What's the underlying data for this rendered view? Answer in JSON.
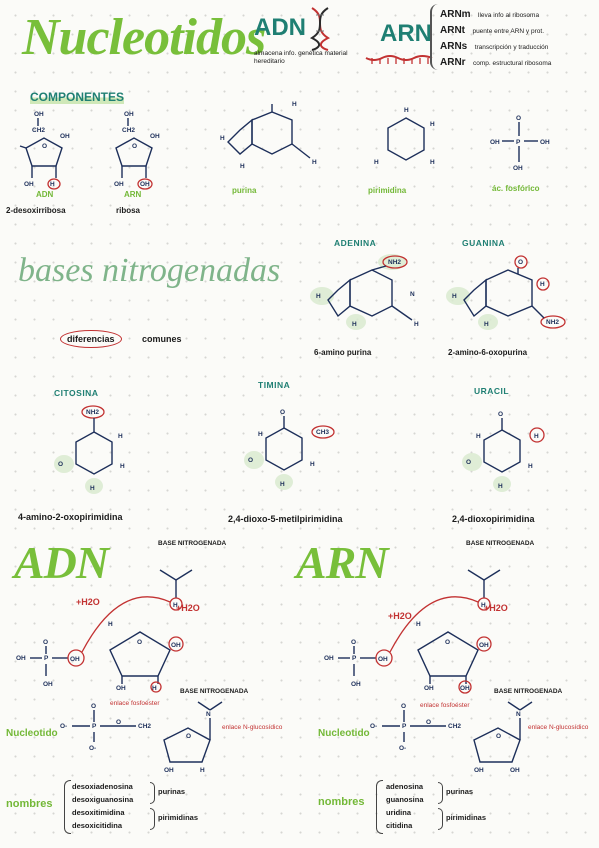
{
  "header": {
    "title": "Nucleotidos",
    "adn_label": "ADN",
    "adn_desc": "almacena info. genética material hereditario",
    "arn_label": "ARN",
    "arn_types": [
      {
        "name": "ARNm",
        "desc": "lleva info al ribosoma"
      },
      {
        "name": "ARNt",
        "desc": "puente entre ARN y prot."
      },
      {
        "name": "ARNs",
        "desc": "transcripción y traducción"
      },
      {
        "name": "ARNr",
        "desc": "comp. estructural ribosoma"
      }
    ]
  },
  "componentes": {
    "heading": "COMPONENTES",
    "items": [
      {
        "label": "ADN",
        "sub": "2-desoxirribosa"
      },
      {
        "label": "ARN",
        "sub": "ribosa"
      },
      {
        "label": "purina"
      },
      {
        "label": "pirimidina"
      },
      {
        "label": "ác. fosfórico"
      }
    ]
  },
  "bases": {
    "title": "bases nitrogenadas",
    "differences": "diferencias",
    "common": "comunes",
    "adenina": {
      "name": "ADENINA",
      "group": "NH2",
      "sub": "6-amino purina"
    },
    "guanina": {
      "name": "GUANINA",
      "group": "NH2",
      "sub": "2-amino-6-oxopurina"
    },
    "citosina": {
      "name": "CITOSINA",
      "group": "NH2",
      "sub": "4-amino-2-oxopirimidina"
    },
    "timina": {
      "name": "TIMINA",
      "group": "CH3",
      "sub": "2,4-dioxo-5-metilpirimidina"
    },
    "uracil": {
      "name": "URACIL",
      "group": "H",
      "sub": "2,4-dioxopirimidina"
    }
  },
  "adn_section": {
    "title": "ADN",
    "base_label": "BASE NITROGENADA",
    "water": "+H2O",
    "nucleotido": "Nucleotido",
    "ester": "enlace fosfoéster",
    "glyco": "enlace N-glucosídico",
    "nombres_label": "nombres",
    "purine_names": [
      "desoxiadenosina",
      "desoxiguanosina"
    ],
    "pyrimidine_names": [
      "desoxitimidina",
      "desoxicitidina"
    ],
    "purinas": "purinas",
    "pirimidinas": "pirimidinas"
  },
  "arn_section": {
    "title": "ARN",
    "base_label": "BASE NITROGENADA",
    "water": "+H2O",
    "nucleotido": "Nucleotido",
    "ester": "enlace fosfoéster",
    "glyco": "enlace N-glucosídico",
    "nombres_label": "nombres",
    "purine_names": [
      "adenosina",
      "guanosina"
    ],
    "pyrimidine_names": [
      "uridina",
      "citidina"
    ],
    "purinas": "purinas",
    "pirimidinas": "pirimidinas"
  },
  "colors": {
    "accent": "#78bf3a",
    "teal": "#1f7f73",
    "red": "#c23232",
    "ink": "#1d2f5a"
  }
}
